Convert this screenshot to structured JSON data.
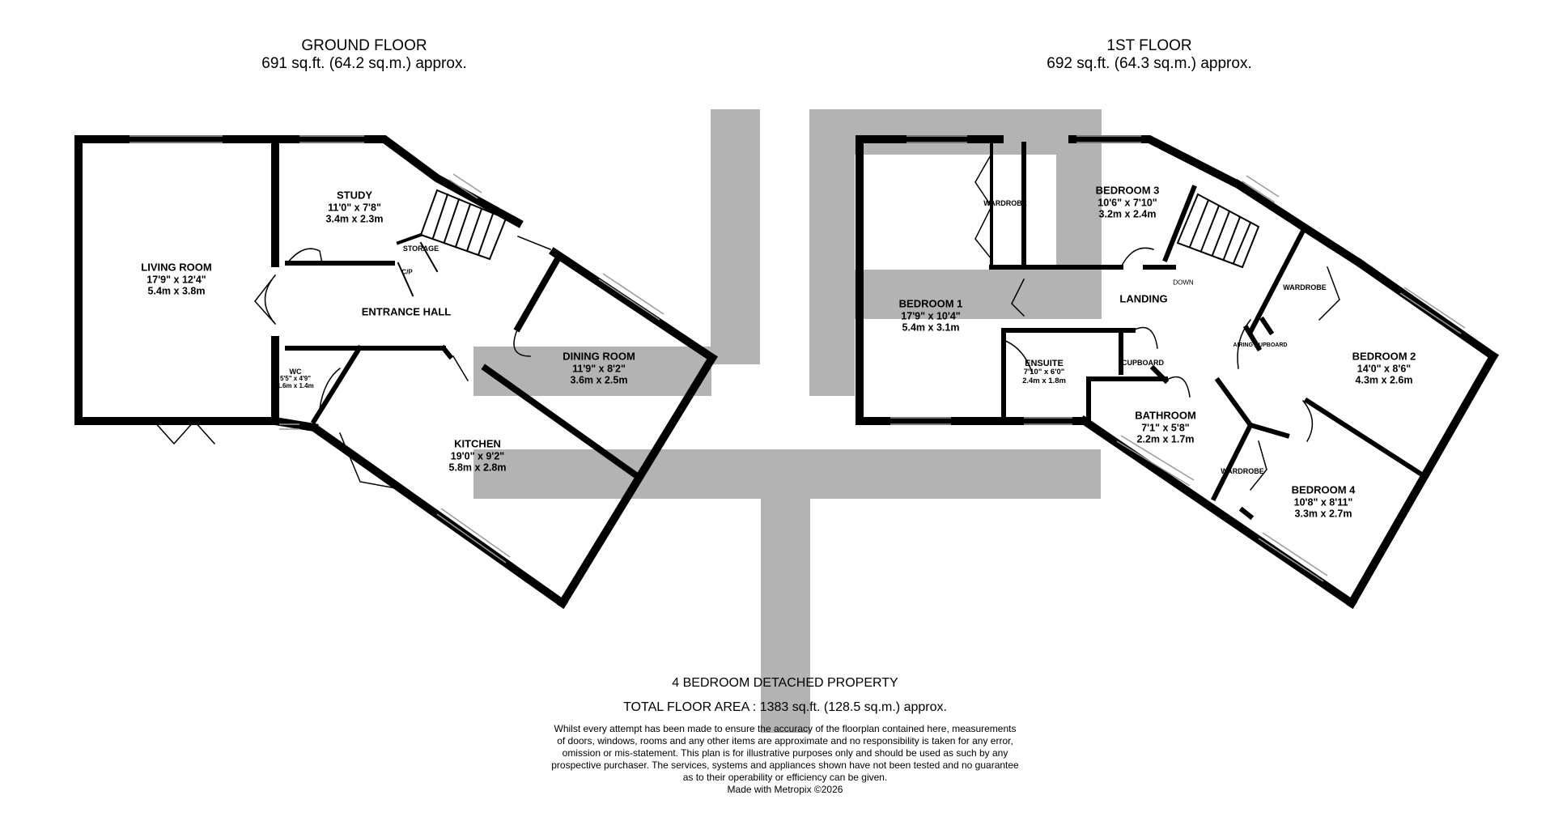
{
  "floors": [
    {
      "title": "GROUND FLOOR",
      "area": "691 sq.ft. (64.2 sq.m.) approx."
    },
    {
      "title": "1ST FLOOR",
      "area": "692 sq.ft. (64.3 sq.m.) approx."
    }
  ],
  "rooms": {
    "living_room": {
      "name": "LIVING ROOM",
      "imperial": "17'9\"  x 12'4\"",
      "metric": "5.4m  x 3.8m"
    },
    "study": {
      "name": "STUDY",
      "imperial": "11'0\"  x 7'8\"",
      "metric": "3.4m  x 2.3m"
    },
    "entrance_hall": {
      "name": "ENTRANCE HALL"
    },
    "wc": {
      "name": "WC",
      "imperial": "5'5\" x 4'9\"",
      "metric": "1.6m x 1.4m"
    },
    "dining_room": {
      "name": "DINING ROOM",
      "imperial": "11'9\"  x 8'2\"",
      "metric": "3.6m  x 2.5m"
    },
    "kitchen": {
      "name": "KITCHEN",
      "imperial": "19'0\"  x 9'2\"",
      "metric": "5.8m  x 2.8m"
    },
    "bedroom1": {
      "name": "BEDROOM 1",
      "imperial": "17'9\"  x 10'4\"",
      "metric": "5.4m  x 3.1m"
    },
    "bedroom2": {
      "name": "BEDROOM 2",
      "imperial": "14'0\"  x 8'6\"",
      "metric": "4.3m  x 2.6m"
    },
    "bedroom3": {
      "name": "BEDROOM 3",
      "imperial": "10'6\"  x 7'10\"",
      "metric": "3.2m  x 2.4m"
    },
    "bedroom4": {
      "name": "BEDROOM 4",
      "imperial": "10'8\"  x 8'11\"",
      "metric": "3.3m  x 2.7m"
    },
    "ensuite": {
      "name": "ENSUITE",
      "imperial": "7'10\"  x 6'0\"",
      "metric": "2.4m  x 1.8m"
    },
    "bathroom": {
      "name": "BATHROOM",
      "imperial": "7'1\"  x 5'8\"",
      "metric": "2.2m  x 1.7m"
    },
    "landing": {
      "name": "LANDING"
    }
  },
  "minor_labels": {
    "storage": "STORAGE",
    "cp": "C/P",
    "wardrobe1": "WARDROBE",
    "wardrobe2": "WARDROBE",
    "wardrobe3": "WARDROBE",
    "cupboard": "CUPBOARD",
    "airing": "AIRING CUPBOARD",
    "down": "DOWN"
  },
  "footer": {
    "property": "4 BEDROOM DETACHED PROPERTY",
    "total": "TOTAL FLOOR AREA : 1383 sq.ft. (128.5 sq.m.) approx.",
    "disclaimer": [
      "Whilst every attempt has been made to ensure the accuracy of the floorplan contained here, measurements",
      "of doors, windows, rooms and any other items are approximate and no responsibility is taken for any error,",
      "omission or mis-statement. This plan is for illustrative purposes only and should be used as such by any",
      "prospective purchaser. The services, systems and appliances shown have not been tested and no guarantee",
      "as to their operability or efficiency can be given."
    ],
    "credit": "Made with Metropix ©2026"
  },
  "colors": {
    "wall": "#000000",
    "watermark": "#b3b3b3",
    "window": "#9a9a9a"
  }
}
